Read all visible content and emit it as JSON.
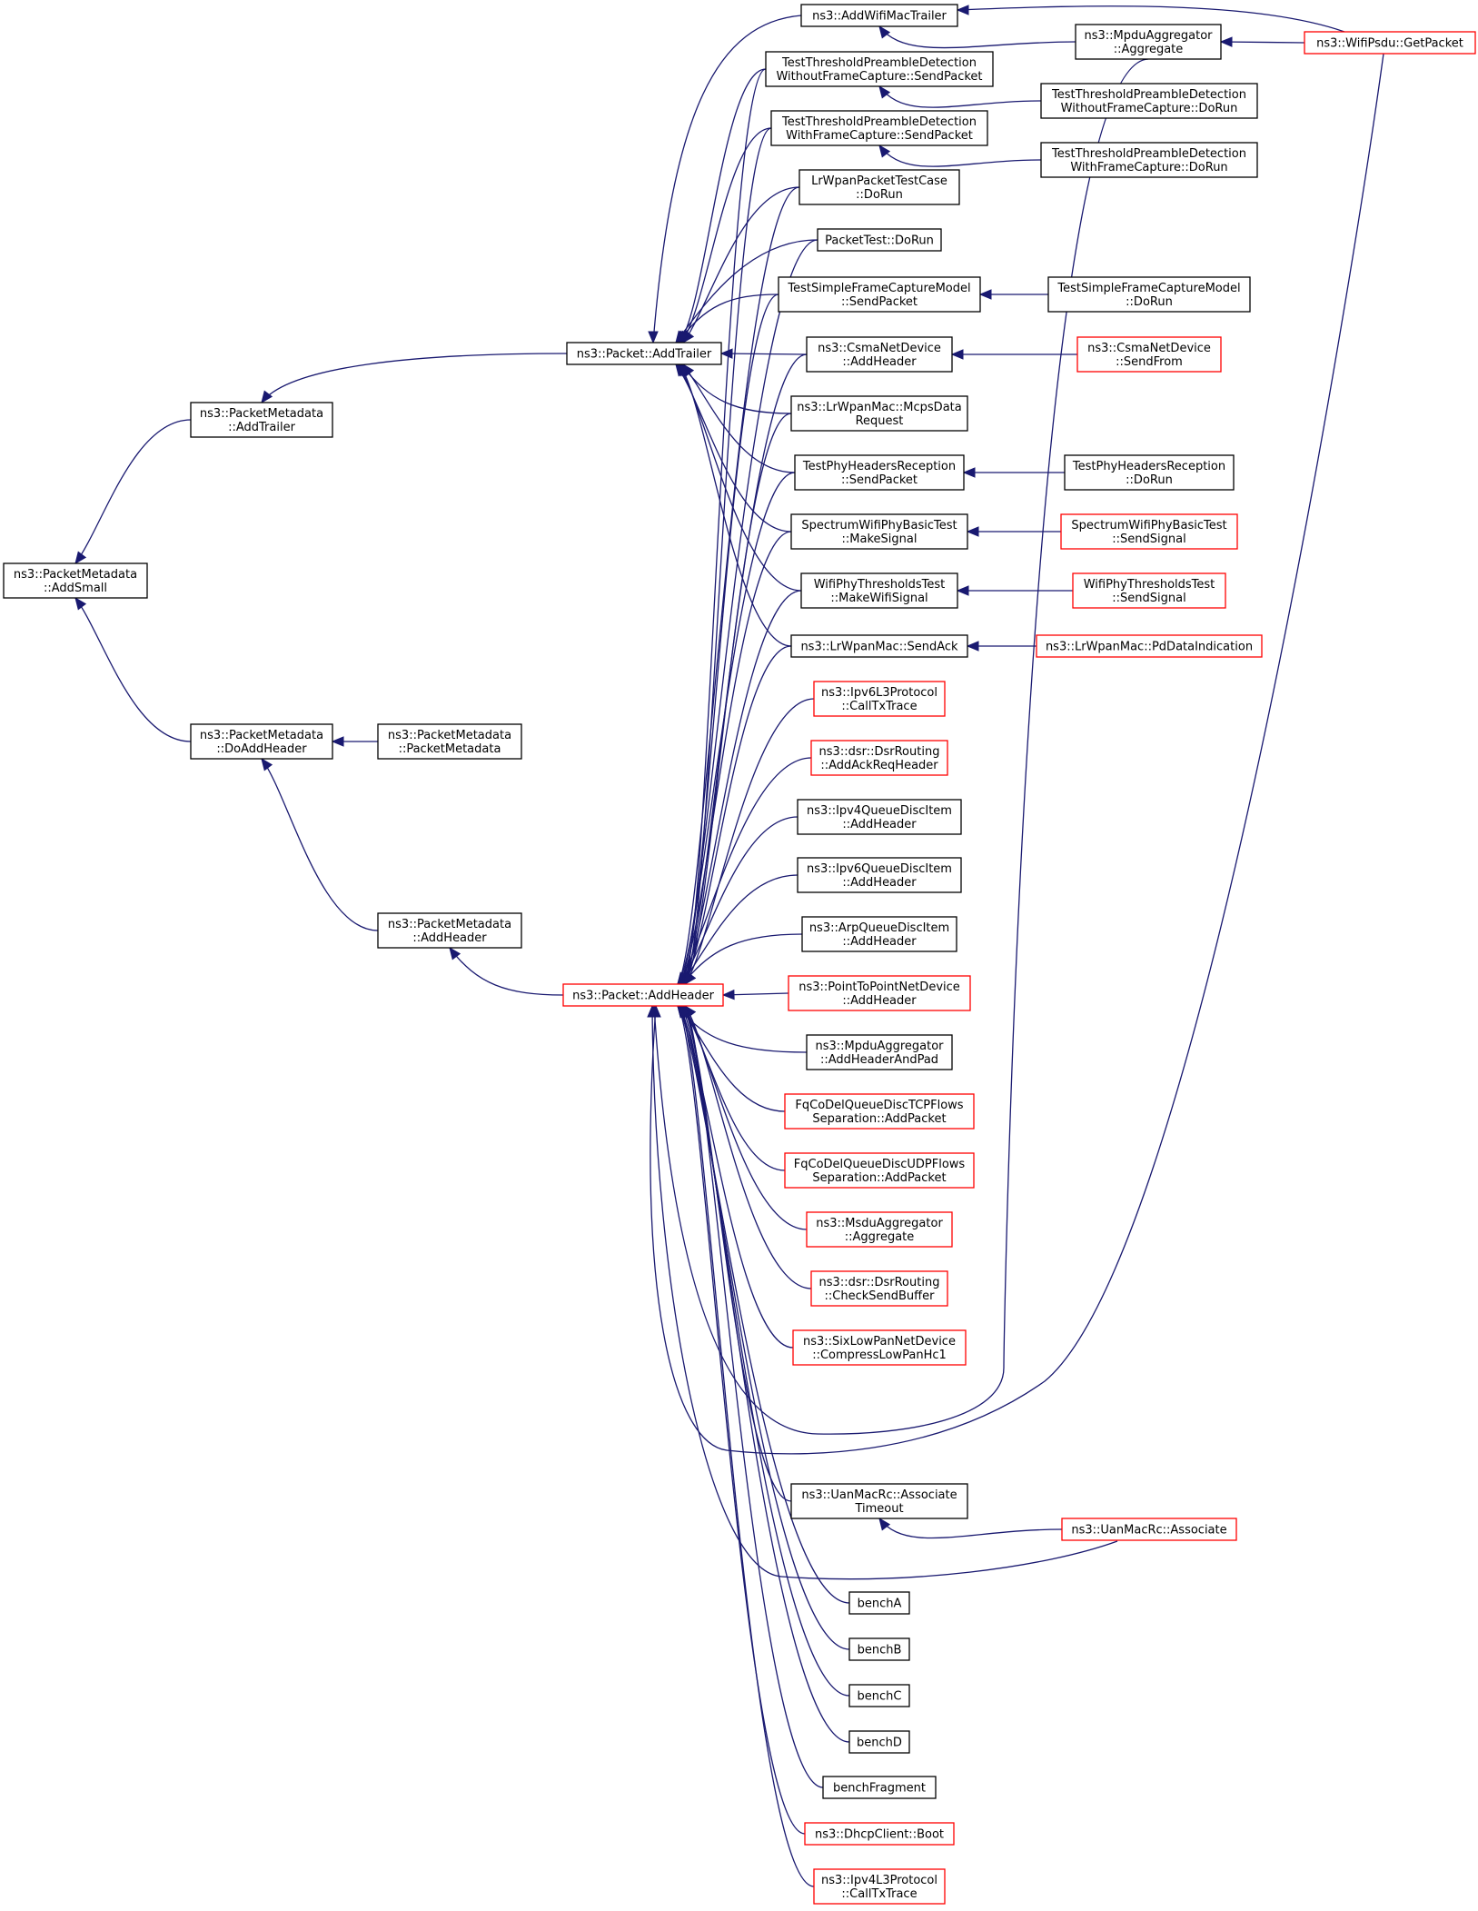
{
  "colors": {
    "edge": "#191970",
    "node_border": "#000000",
    "node_truncated_border": "#ff0000",
    "node_focus_fill": "#bfbfbf",
    "node_fill": "#ffffff"
  },
  "nodes": [
    {
      "id": "addsmall",
      "lines": [
        "ns3::PacketMetadata",
        "::AddSmall"
      ],
      "border": "black",
      "focus": true
    },
    {
      "id": "pm_addtrailer",
      "lines": [
        "ns3::PacketMetadata",
        "::AddTrailer"
      ],
      "border": "black"
    },
    {
      "id": "pm_doaddheader",
      "lines": [
        "ns3::PacketMetadata",
        "::DoAddHeader"
      ],
      "border": "black"
    },
    {
      "id": "pm_ctor",
      "lines": [
        "ns3::PacketMetadata",
        "::PacketMetadata"
      ],
      "border": "black"
    },
    {
      "id": "pm_addheader",
      "lines": [
        "ns3::PacketMetadata",
        "::AddHeader"
      ],
      "border": "black"
    },
    {
      "id": "p_addtrailer",
      "lines": [
        "ns3::Packet::AddTrailer"
      ],
      "border": "black"
    },
    {
      "id": "p_addheader",
      "lines": [
        "ns3::Packet::AddHeader"
      ],
      "border": "red"
    },
    {
      "id": "addwifimactrailer",
      "lines": [
        "ns3::AddWifiMacTrailer"
      ],
      "border": "black"
    },
    {
      "id": "ttpd_wo_send",
      "lines": [
        "TestThresholdPreambleDetection",
        "WithoutFrameCapture::SendPacket"
      ],
      "border": "black"
    },
    {
      "id": "ttpd_w_send",
      "lines": [
        "TestThresholdPreambleDetection",
        "WithFrameCapture::SendPacket"
      ],
      "border": "black"
    },
    {
      "id": "lrwpan_doRun",
      "lines": [
        "LrWpanPacketTestCase",
        "::DoRun"
      ],
      "border": "black"
    },
    {
      "id": "packettest_dorun",
      "lines": [
        "PacketTest::DoRun"
      ],
      "border": "black"
    },
    {
      "id": "tsfcm_send",
      "lines": [
        "TestSimpleFrameCaptureModel",
        "::SendPacket"
      ],
      "border": "black"
    },
    {
      "id": "csma_addheader",
      "lines": [
        "ns3::CsmaNetDevice",
        "::AddHeader"
      ],
      "border": "black"
    },
    {
      "id": "lrwpan_mcps",
      "lines": [
        "ns3::LrWpanMac::McpsData",
        "Request"
      ],
      "border": "black"
    },
    {
      "id": "tphr_send",
      "lines": [
        "TestPhyHeadersReception",
        "::SendPacket"
      ],
      "border": "black"
    },
    {
      "id": "swpbt_make",
      "lines": [
        "SpectrumWifiPhyBasicTest",
        "::MakeSignal"
      ],
      "border": "black"
    },
    {
      "id": "wptt_make",
      "lines": [
        "WifiPhyThresholdsTest",
        "::MakeWifiSignal"
      ],
      "border": "black"
    },
    {
      "id": "lrwpan_sendack",
      "lines": [
        "ns3::LrWpanMac::SendAck"
      ],
      "border": "black"
    },
    {
      "id": "ipv6l3_calltx",
      "lines": [
        "ns3::Ipv6L3Protocol",
        "::CallTxTrace"
      ],
      "border": "red"
    },
    {
      "id": "dsr_addack",
      "lines": [
        "ns3::dsr::DsrRouting",
        "::AddAckReqHeader"
      ],
      "border": "red"
    },
    {
      "id": "ipv4qdi_addheader",
      "lines": [
        "ns3::Ipv4QueueDiscItem",
        "::AddHeader"
      ],
      "border": "black"
    },
    {
      "id": "ipv6qdi_addheader",
      "lines": [
        "ns3::Ipv6QueueDiscItem",
        "::AddHeader"
      ],
      "border": "black"
    },
    {
      "id": "arpqdi_addheader",
      "lines": [
        "ns3::ArpQueueDiscItem",
        "::AddHeader"
      ],
      "border": "black"
    },
    {
      "id": "p2p_addheader",
      "lines": [
        "ns3::PointToPointNetDevice",
        "::AddHeader"
      ],
      "border": "red"
    },
    {
      "id": "mpdu_addheaderpad",
      "lines": [
        "ns3::MpduAggregator",
        "::AddHeaderAndPad"
      ],
      "border": "black"
    },
    {
      "id": "fq_tcp",
      "lines": [
        "FqCoDelQueueDiscTCPFlows",
        "Separation::AddPacket"
      ],
      "border": "red"
    },
    {
      "id": "fq_udp",
      "lines": [
        "FqCoDelQueueDiscUDPFlows",
        "Separation::AddPacket"
      ],
      "border": "red"
    },
    {
      "id": "msdu_agg",
      "lines": [
        "ns3::MsduAggregator",
        "::Aggregate"
      ],
      "border": "red"
    },
    {
      "id": "dsr_checksend",
      "lines": [
        "ns3::dsr::DsrRouting",
        "::CheckSendBuffer"
      ],
      "border": "red"
    },
    {
      "id": "sixlowpan",
      "lines": [
        "ns3::SixLowPanNetDevice",
        "::CompressLowPanHc1"
      ],
      "border": "red"
    },
    {
      "id": "uan_assoc_timeout",
      "lines": [
        "ns3::UanMacRc::Associate",
        "Timeout"
      ],
      "border": "black"
    },
    {
      "id": "bencha",
      "lines": [
        "benchA"
      ],
      "border": "black"
    },
    {
      "id": "benchb",
      "lines": [
        "benchB"
      ],
      "border": "black"
    },
    {
      "id": "benchc",
      "lines": [
        "benchC"
      ],
      "border": "black"
    },
    {
      "id": "benchd",
      "lines": [
        "benchD"
      ],
      "border": "black"
    },
    {
      "id": "benchfrag",
      "lines": [
        "benchFragment"
      ],
      "border": "black"
    },
    {
      "id": "dhcp_boot",
      "lines": [
        "ns3::DhcpClient::Boot"
      ],
      "border": "red"
    },
    {
      "id": "ipv4l3_calltx",
      "lines": [
        "ns3::Ipv4L3Protocol",
        "::CallTxTrace"
      ],
      "border": "red"
    },
    {
      "id": "mpdu_agg",
      "lines": [
        "ns3::MpduAggregator",
        "::Aggregate"
      ],
      "border": "black"
    },
    {
      "id": "ttpd_wo_dorun",
      "lines": [
        "TestThresholdPreambleDetection",
        "WithoutFrameCapture::DoRun"
      ],
      "border": "black"
    },
    {
      "id": "ttpd_w_dorun",
      "lines": [
        "TestThresholdPreambleDetection",
        "WithFrameCapture::DoRun"
      ],
      "border": "black"
    },
    {
      "id": "tsfcm_dorun",
      "lines": [
        "TestSimpleFrameCaptureModel",
        "::DoRun"
      ],
      "border": "black"
    },
    {
      "id": "csma_sendfrom",
      "lines": [
        "ns3::CsmaNetDevice",
        "::SendFrom"
      ],
      "border": "red"
    },
    {
      "id": "tphr_dorun",
      "lines": [
        "TestPhyHeadersReception",
        "::DoRun"
      ],
      "border": "black"
    },
    {
      "id": "swpbt_sendsignal",
      "lines": [
        "SpectrumWifiPhyBasicTest",
        "::SendSignal"
      ],
      "border": "red"
    },
    {
      "id": "wptt_sendsignal",
      "lines": [
        "WifiPhyThresholdsTest",
        "::SendSignal"
      ],
      "border": "red"
    },
    {
      "id": "lrwpan_pddata",
      "lines": [
        "ns3::LrWpanMac::PdDataIndication"
      ],
      "border": "red"
    },
    {
      "id": "uan_associate",
      "lines": [
        "ns3::UanMacRc::Associate"
      ],
      "border": "red"
    },
    {
      "id": "wifipsdu_getpacket",
      "lines": [
        "ns3::WifiPsdu::GetPacket"
      ],
      "border": "red"
    }
  ],
  "edges": [
    [
      "pm_addtrailer",
      "addsmall"
    ],
    [
      "pm_doaddheader",
      "addsmall"
    ],
    [
      "p_addtrailer",
      "pm_addtrailer"
    ],
    [
      "pm_ctor",
      "pm_doaddheader"
    ],
    [
      "pm_addheader",
      "pm_doaddheader"
    ],
    [
      "p_addheader",
      "pm_addheader"
    ],
    [
      "addwifimactrailer",
      "p_addtrailer"
    ],
    [
      "ttpd_wo_send",
      "p_addtrailer"
    ],
    [
      "ttpd_w_send",
      "p_addtrailer"
    ],
    [
      "lrwpan_doRun",
      "p_addtrailer"
    ],
    [
      "packettest_dorun",
      "p_addtrailer"
    ],
    [
      "tsfcm_send",
      "p_addtrailer"
    ],
    [
      "csma_addheader",
      "p_addtrailer"
    ],
    [
      "lrwpan_mcps",
      "p_addtrailer"
    ],
    [
      "tphr_send",
      "p_addtrailer"
    ],
    [
      "swpbt_make",
      "p_addtrailer"
    ],
    [
      "wptt_make",
      "p_addtrailer"
    ],
    [
      "lrwpan_sendack",
      "p_addtrailer"
    ],
    [
      "ttpd_wo_send",
      "p_addheader"
    ],
    [
      "ttpd_w_send",
      "p_addheader"
    ],
    [
      "lrwpan_doRun",
      "p_addheader"
    ],
    [
      "packettest_dorun",
      "p_addheader"
    ],
    [
      "tsfcm_send",
      "p_addheader"
    ],
    [
      "csma_addheader",
      "p_addheader"
    ],
    [
      "lrwpan_mcps",
      "p_addheader"
    ],
    [
      "tphr_send",
      "p_addheader"
    ],
    [
      "swpbt_make",
      "p_addheader"
    ],
    [
      "wptt_make",
      "p_addheader"
    ],
    [
      "lrwpan_sendack",
      "p_addheader"
    ],
    [
      "ipv6l3_calltx",
      "p_addheader"
    ],
    [
      "dsr_addack",
      "p_addheader"
    ],
    [
      "ipv4qdi_addheader",
      "p_addheader"
    ],
    [
      "ipv6qdi_addheader",
      "p_addheader"
    ],
    [
      "arpqdi_addheader",
      "p_addheader"
    ],
    [
      "p2p_addheader",
      "p_addheader"
    ],
    [
      "mpdu_addheaderpad",
      "p_addheader"
    ],
    [
      "fq_tcp",
      "p_addheader"
    ],
    [
      "fq_udp",
      "p_addheader"
    ],
    [
      "msdu_agg",
      "p_addheader"
    ],
    [
      "dsr_checksend",
      "p_addheader"
    ],
    [
      "sixlowpan",
      "p_addheader"
    ],
    [
      "mpdu_agg",
      "p_addheader"
    ],
    [
      "wifipsdu_getpacket",
      "p_addheader"
    ],
    [
      "uan_assoc_timeout",
      "p_addheader"
    ],
    [
      "uan_associate",
      "p_addheader"
    ],
    [
      "bencha",
      "p_addheader"
    ],
    [
      "benchb",
      "p_addheader"
    ],
    [
      "benchc",
      "p_addheader"
    ],
    [
      "benchd",
      "p_addheader"
    ],
    [
      "benchfrag",
      "p_addheader"
    ],
    [
      "dhcp_boot",
      "p_addheader"
    ],
    [
      "ipv4l3_calltx",
      "p_addheader"
    ],
    [
      "mpdu_agg",
      "addwifimactrailer"
    ],
    [
      "wifipsdu_getpacket",
      "addwifimactrailer"
    ],
    [
      "wifipsdu_getpacket",
      "mpdu_agg"
    ],
    [
      "ttpd_wo_dorun",
      "ttpd_wo_send"
    ],
    [
      "ttpd_w_dorun",
      "ttpd_w_send"
    ],
    [
      "tsfcm_dorun",
      "tsfcm_send"
    ],
    [
      "csma_sendfrom",
      "csma_addheader"
    ],
    [
      "tphr_dorun",
      "tphr_send"
    ],
    [
      "swpbt_sendsignal",
      "swpbt_make"
    ],
    [
      "wptt_sendsignal",
      "wptt_make"
    ],
    [
      "lrwpan_pddata",
      "lrwpan_sendack"
    ],
    [
      "uan_associate",
      "uan_assoc_timeout"
    ]
  ]
}
